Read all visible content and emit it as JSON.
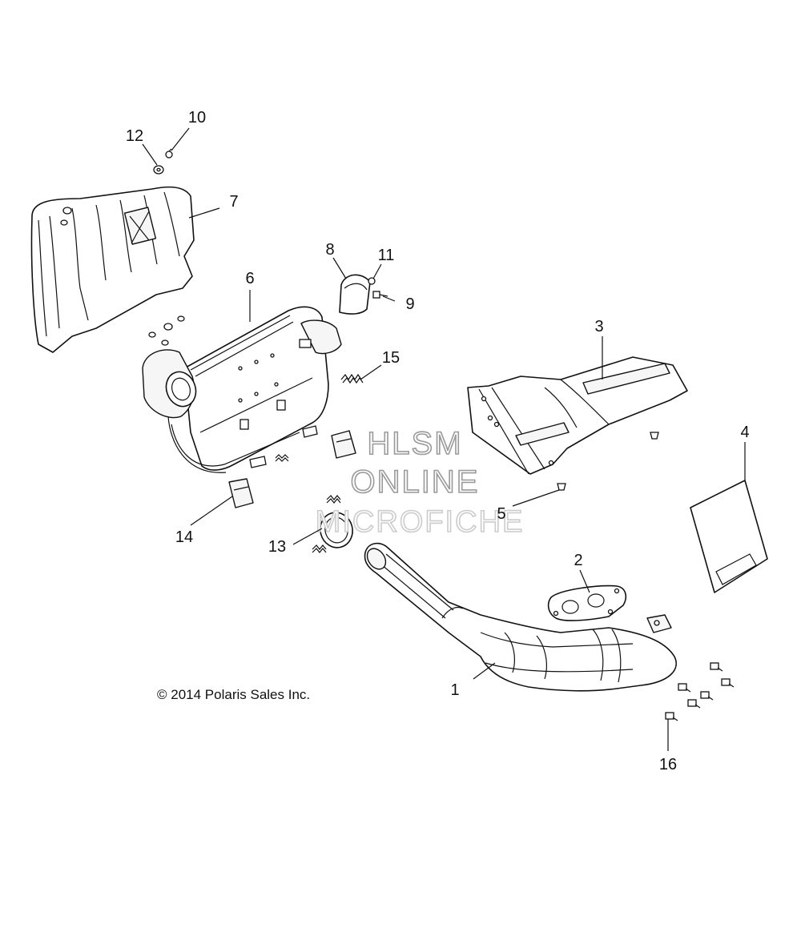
{
  "diagram": {
    "copyright": "© 2014 Polaris Sales Inc.",
    "watermark": {
      "line1": "HLSM",
      "line2": "ONLINE",
      "line3": "MICROFICHE"
    },
    "callouts": [
      {
        "id": "1",
        "label": "1"
      },
      {
        "id": "2",
        "label": "2"
      },
      {
        "id": "3",
        "label": "3"
      },
      {
        "id": "4",
        "label": "4"
      },
      {
        "id": "5",
        "label": "5"
      },
      {
        "id": "6",
        "label": "6"
      },
      {
        "id": "7",
        "label": "7"
      },
      {
        "id": "8",
        "label": "8"
      },
      {
        "id": "9",
        "label": "9"
      },
      {
        "id": "10",
        "label": "10"
      },
      {
        "id": "11",
        "label": "11"
      },
      {
        "id": "12",
        "label": "12"
      },
      {
        "id": "13",
        "label": "13"
      },
      {
        "id": "14",
        "label": "14"
      },
      {
        "id": "15",
        "label": "15"
      },
      {
        "id": "16",
        "label": "16"
      }
    ]
  }
}
